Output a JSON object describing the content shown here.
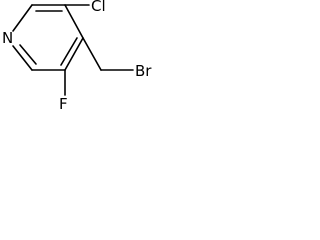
{
  "molecule": {
    "atoms": {
      "nitrogen": "N",
      "chlorine": "Cl",
      "fluorine": "F",
      "bromine": "Br"
    }
  }
}
